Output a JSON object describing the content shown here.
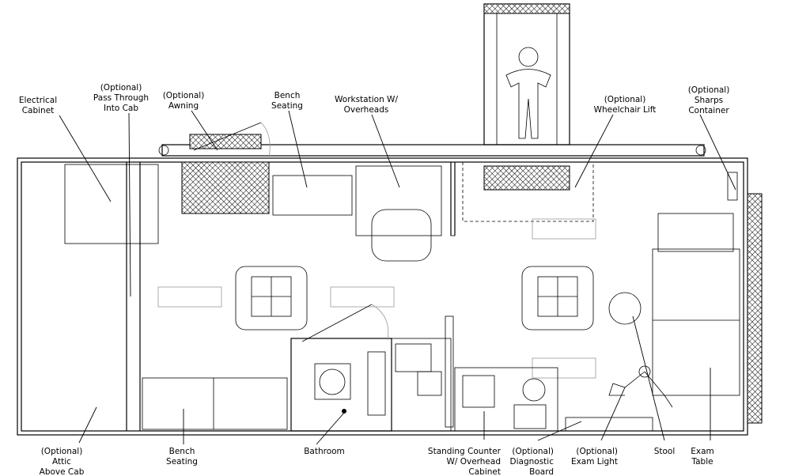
{
  "labels": {
    "electrical_cabinet": [
      "Electrical",
      "Cabinet"
    ],
    "pass_through": [
      "(Optional)",
      "Pass Through",
      "Into Cab"
    ],
    "awning": [
      "(Optional)",
      "Awning"
    ],
    "bench_seating_top": [
      "Bench",
      "Seating"
    ],
    "workstation": [
      "Workstation W/",
      "Overheads"
    ],
    "wheelchair_lift": [
      "(Optional)",
      "Wheelchair Lift"
    ],
    "sharps_container": [
      "(Optional)",
      "Sharps",
      "Container"
    ],
    "attic": [
      "(Optional)",
      "Attic",
      "Above Cab"
    ],
    "bench_seating_bottom": [
      "Bench",
      "Seating"
    ],
    "bathroom": [
      "Bathroom"
    ],
    "standing_counter": [
      "Standing Counter",
      "W/ Overhead",
      "Cabinet"
    ],
    "diagnostic_board": [
      "(Optional)",
      "Diagnostic",
      "Board"
    ],
    "exam_light": [
      "(Optional)",
      "Exam Light"
    ],
    "stool": [
      "Stool"
    ],
    "exam_table": [
      "Exam",
      "Table"
    ]
  }
}
